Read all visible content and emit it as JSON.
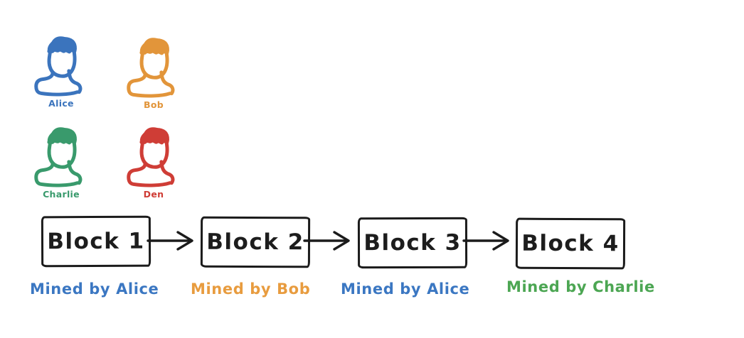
{
  "canvas": {
    "background": "#ffffff",
    "stroke_color": "#1b1b1b"
  },
  "miners": [
    {
      "name": "Alice",
      "color": "#3b74bd"
    },
    {
      "name": "Bob",
      "color": "#e2953a"
    },
    {
      "name": "Charlie",
      "color": "#399a6c"
    },
    {
      "name": "Den",
      "color": "#cf3d36"
    }
  ],
  "blockchain": {
    "blocks": [
      {
        "label": "Block 1",
        "mined_by": "Mined by Alice",
        "color": "#3b77c2"
      },
      {
        "label": "Block 2",
        "mined_by": "Mined by Bob",
        "color": "#e89c3f"
      },
      {
        "label": "Block 3",
        "mined_by": "Mined by Alice",
        "color": "#3b77c2"
      },
      {
        "label": "Block 4",
        "mined_by": "Mined by Charlie",
        "color": "#4ca653"
      }
    ]
  }
}
